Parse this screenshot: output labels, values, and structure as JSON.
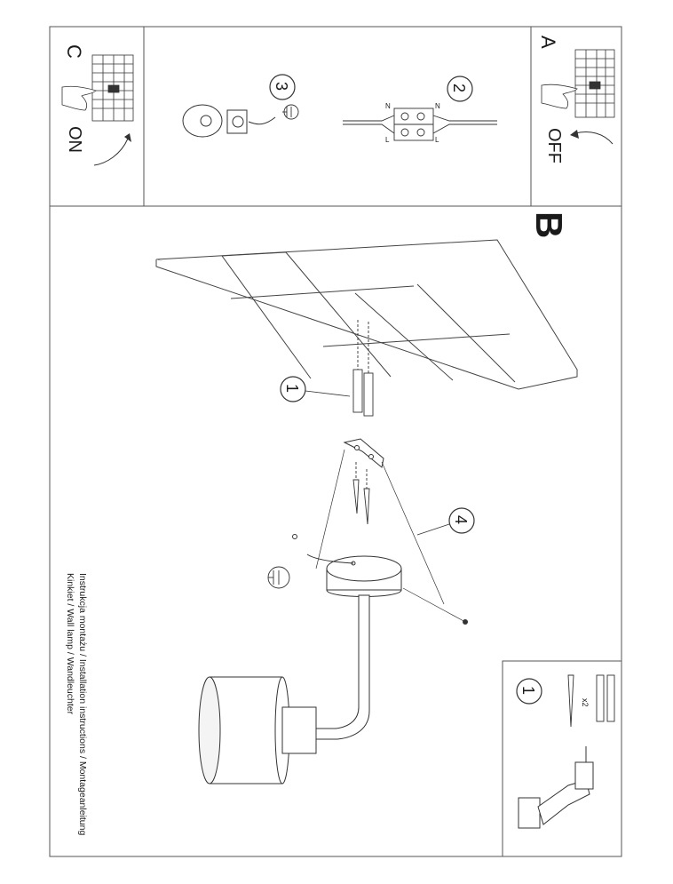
{
  "panels": {
    "A": {
      "letter": "A",
      "action": "OFF"
    },
    "C": {
      "letter": "C",
      "action": "ON"
    }
  },
  "section_letter": "B",
  "step_numbers": [
    "1",
    "2",
    "3",
    "4",
    "1"
  ],
  "terminal_labels": {
    "n_left": "N",
    "n_right": "N",
    "l_left": "L",
    "l_right": "L"
  },
  "kit": {
    "quantity": "x2"
  },
  "caption": {
    "line1": "Instrukcja montażu / Installation instructions / Montageanleitung",
    "line2": "Kinkiet / Wall lamp / Wandleuchter"
  },
  "icons": [
    "fuse-box-icon",
    "hand-icon",
    "rotate-arrow-icon",
    "earth-ground-icon",
    "terminal-block-icon",
    "drill-icon",
    "screw-icon",
    "wall-plug-icon"
  ]
}
